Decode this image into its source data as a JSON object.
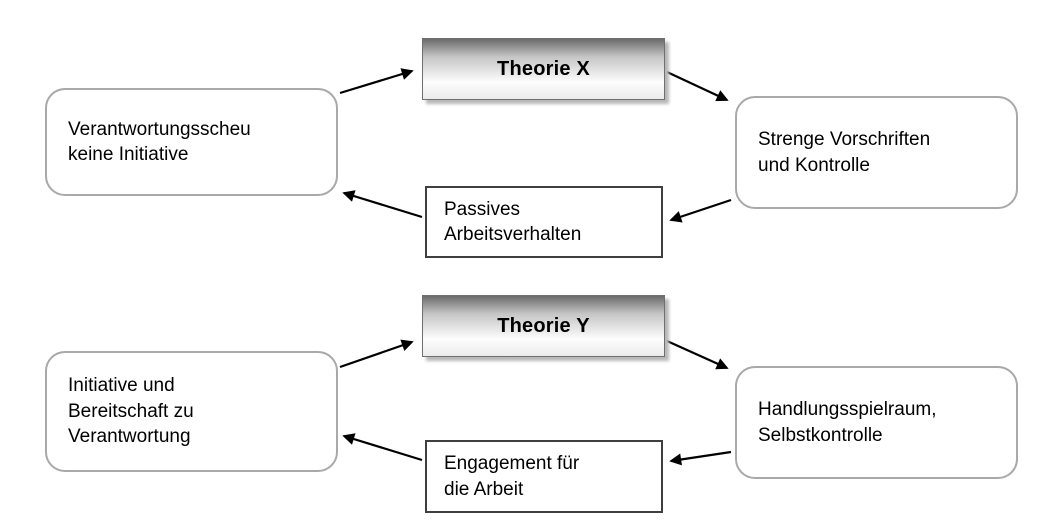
{
  "diagram": {
    "description": "Two circular cause-effect cycles contrasting McGregor Theorie X and Theorie Y",
    "colors": {
      "background": "#ffffff",
      "rounded_box_border": "#a9a9a9",
      "plain_box_border": "#3f3f3f",
      "title_gradient_top": "#6a6a6a",
      "title_gradient_bottom": "#ebebeb",
      "title_shadow": "#b8b8b8",
      "arrow": "#000000",
      "text": "#000000"
    },
    "cycles": [
      {
        "id": "theorie-x",
        "title": "Theorie X",
        "left_box": "Verantwortungsscheu\nkeine Initiative",
        "right_box": "Strenge Vorschriften\nund Kontrolle",
        "bottom_box": "Passives\nArbeitsverhalten"
      },
      {
        "id": "theorie-y",
        "title": "Theorie Y",
        "left_box": "Initiative und\nBereitschaft zu\nVerantwortung",
        "right_box": "Handlungsspielraum,\nSelbstkontrolle",
        "bottom_box": "Engagement für\ndie Arbeit"
      }
    ]
  }
}
